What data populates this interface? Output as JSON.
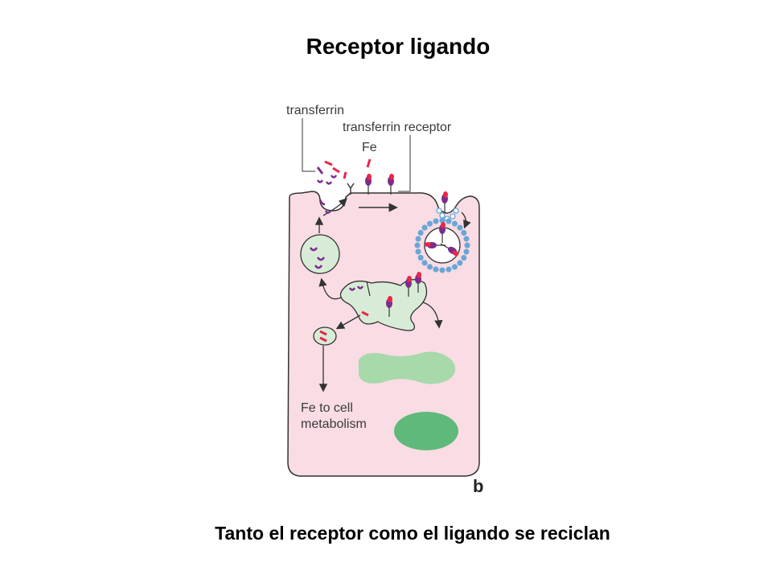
{
  "title": "Receptor ligando",
  "caption": "Tanto el receptor como el ligando se reciclan",
  "diagram": {
    "labels": {
      "transferrin": "transferrin",
      "transferrin_receptor": "transferrin receptor",
      "fe": "Fe",
      "fe_to_cell_line1": "Fe to cell",
      "fe_to_cell_line2": "metabolism",
      "panel": "b"
    },
    "colors": {
      "cytoplasm": "#f9dce4",
      "endosome": "#d8ebd6",
      "golgi": "#a7d9ab",
      "nucleus": "#5fb97a",
      "clathrin": "#6aa6d6",
      "transferrin": "#7b2d8c",
      "iron": "#e8264a",
      "outline": "#333333"
    }
  }
}
